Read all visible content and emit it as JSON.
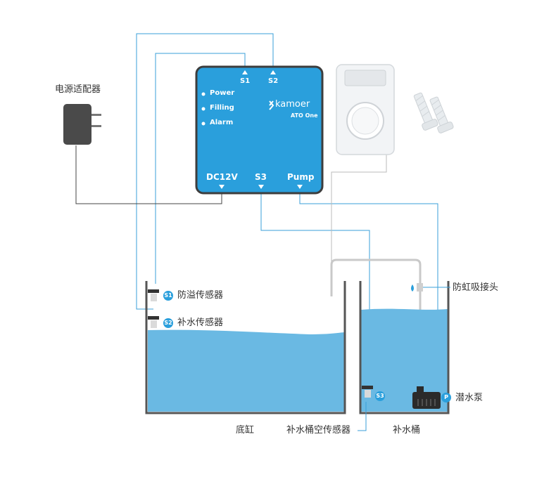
{
  "adapter": {
    "label": "电源适配器"
  },
  "controller": {
    "brand": "kamoer",
    "model": "ATO One",
    "indicators": [
      "Power",
      "Filling",
      "Alarm"
    ],
    "top_ports": [
      "S1",
      "S2"
    ],
    "bottom_ports": [
      "DC12V",
      "S3",
      "Pump"
    ]
  },
  "sensors": {
    "s1": {
      "badge": "S1",
      "label": "防溢传感器"
    },
    "s2": {
      "badge": "S2",
      "label": "补水传感器"
    },
    "s3": {
      "badge": "S3",
      "label": "补水桶空传感器"
    }
  },
  "siphon": {
    "label": "防虹吸接头"
  },
  "pump": {
    "badge": "P",
    "label": "潜水泵"
  },
  "tanks": {
    "main": "底缸",
    "reservoir": "补水桶"
  },
  "colors": {
    "controller": "#2a9fdc",
    "water": "#6ab9e3",
    "wire": "#3a9fd8",
    "tank_wall": "#555555"
  }
}
